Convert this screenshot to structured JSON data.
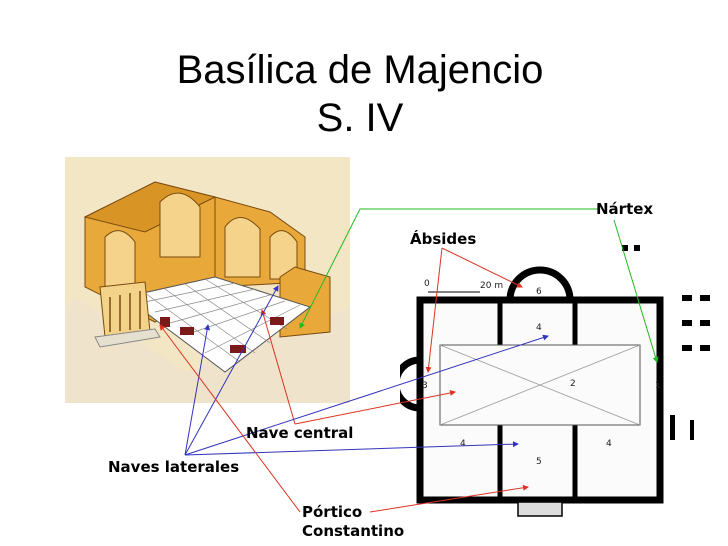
{
  "title": {
    "line1": "Basílica de Majencio",
    "line2": "S. IV"
  },
  "labels": {
    "nartex": "Nártex",
    "absides": "Ábsides",
    "nave_central": "Nave central",
    "naves_laterales": "Naves laterales",
    "portico_line1": "Pórtico",
    "portico_line2": "Constantino"
  },
  "plan": {
    "scale_zero": "0",
    "scale_len": "20 m",
    "numbers": [
      "1",
      "2",
      "3",
      "4",
      "4",
      "4",
      "5",
      "6"
    ]
  },
  "colors": {
    "green_pointer": "#22bb22",
    "red_pointer": "#dd3322",
    "blue_pointer": "#3333bb",
    "wall_ochre": "#e8a93a",
    "background_tan": "#f3e6c4"
  }
}
